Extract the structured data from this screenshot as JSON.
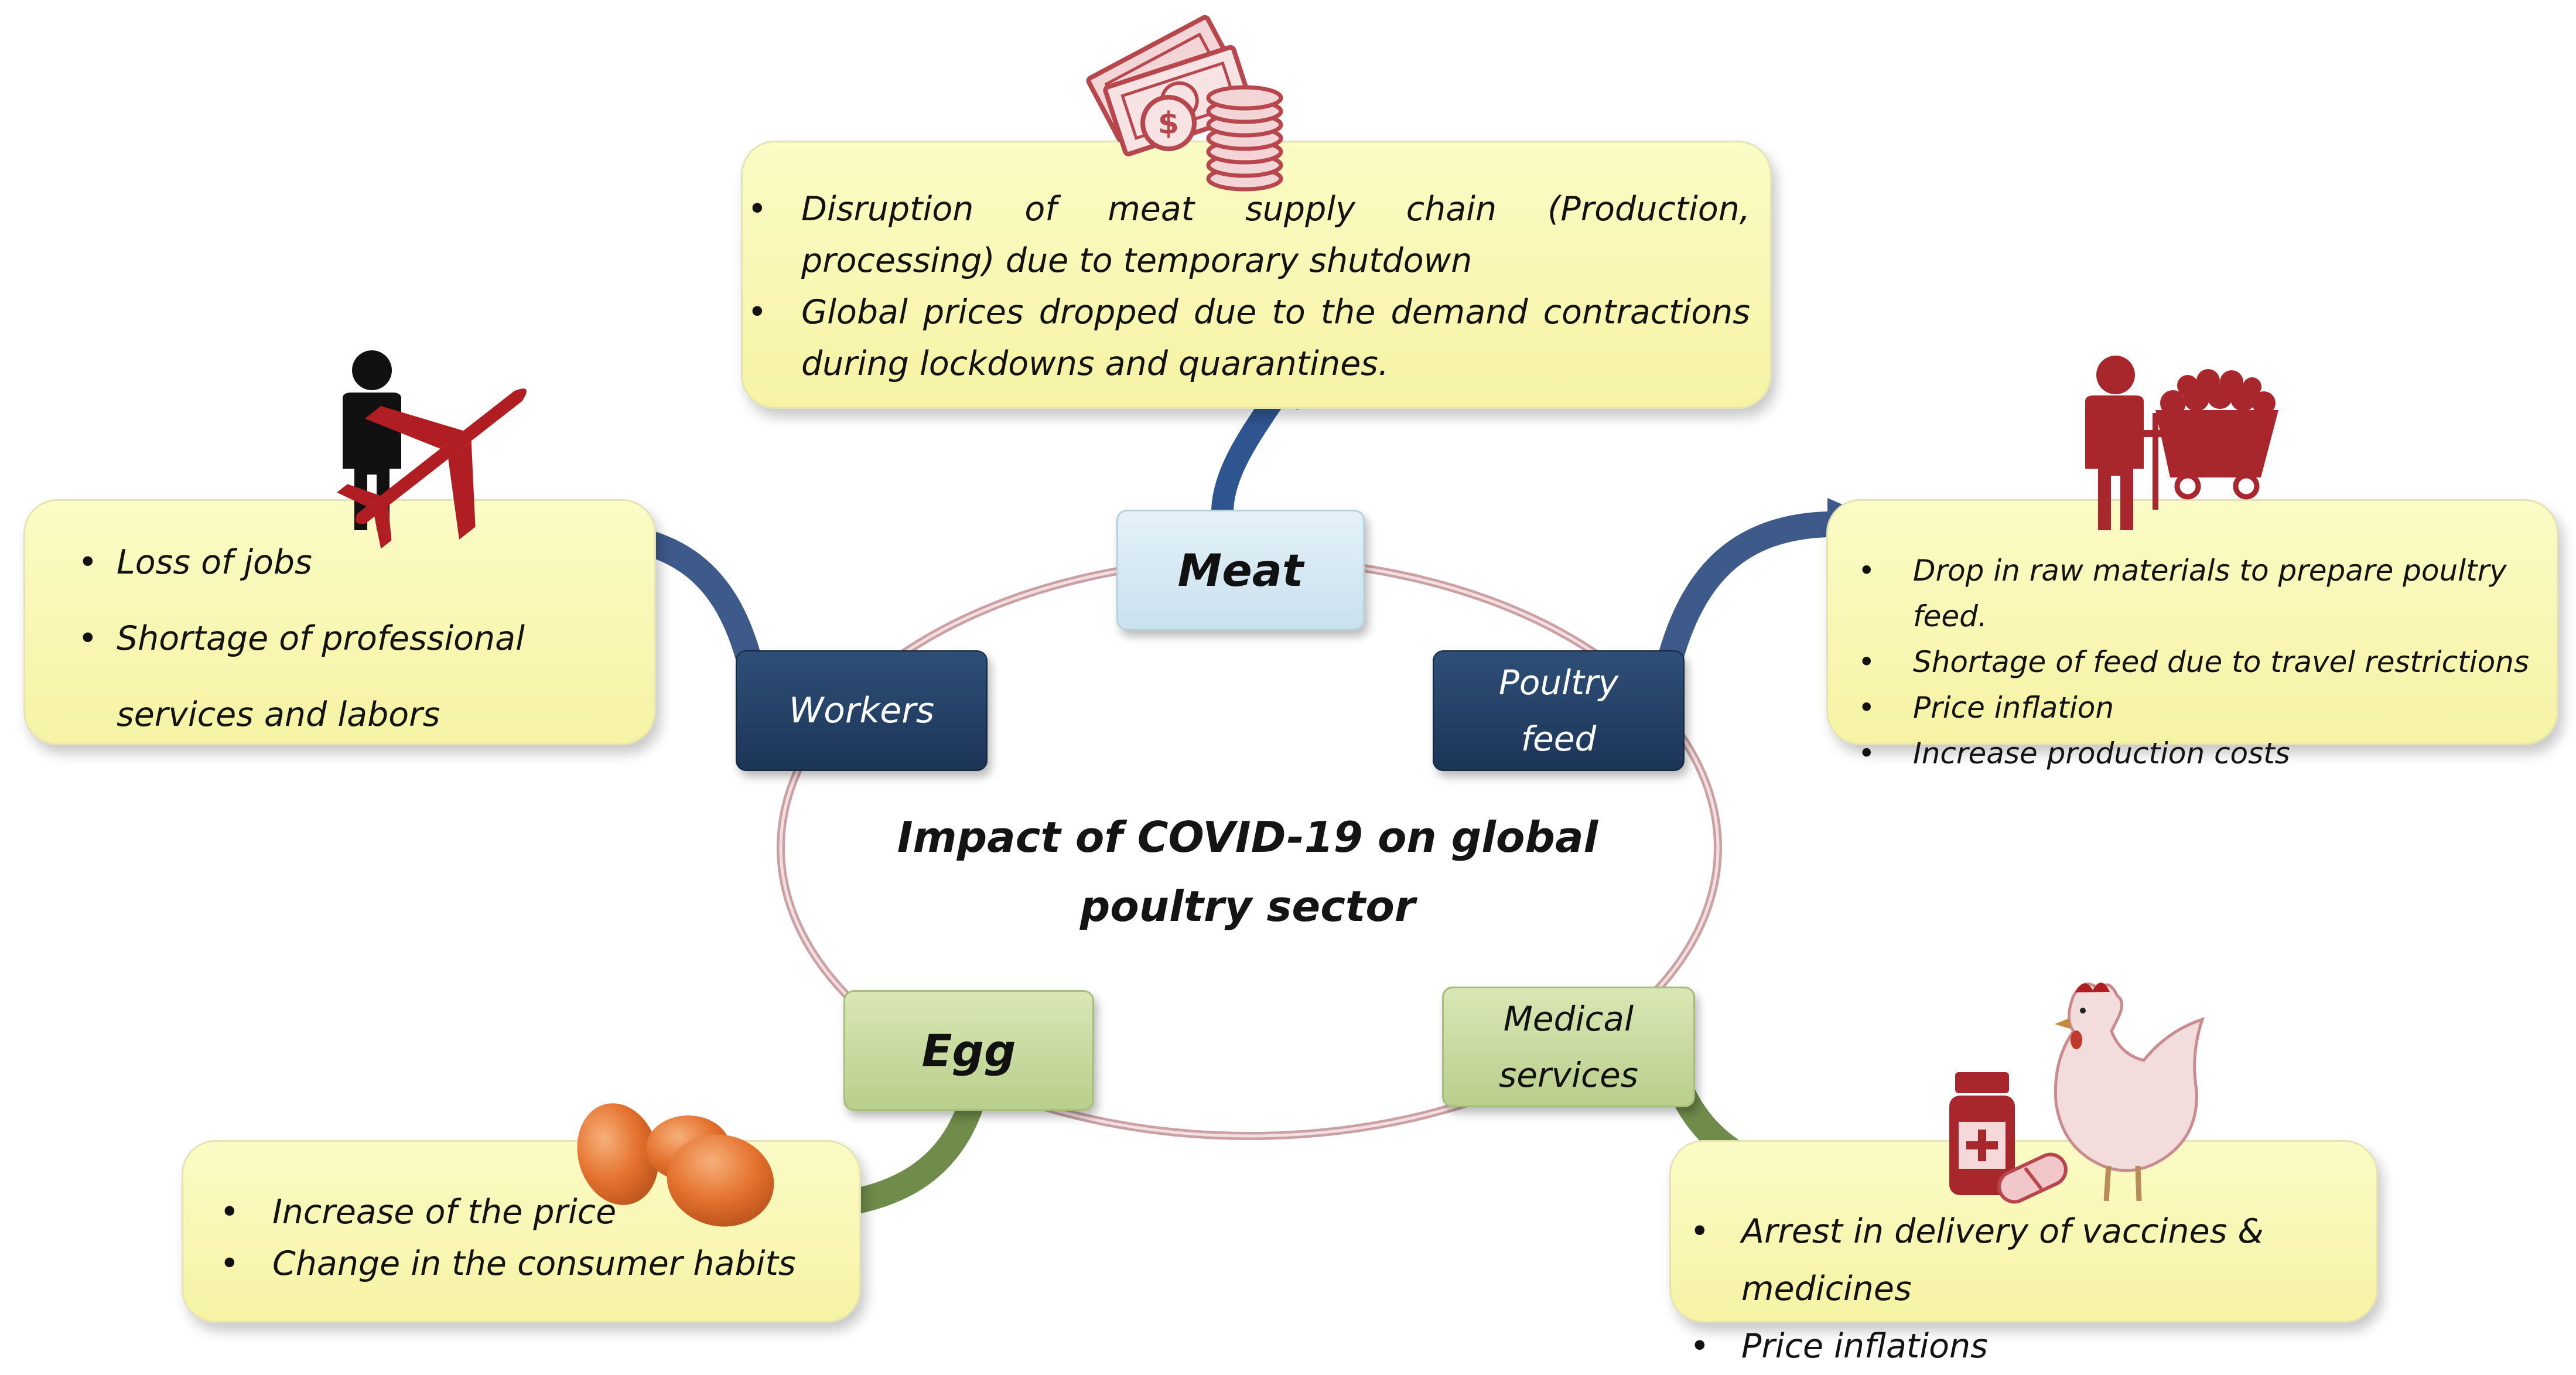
{
  "center": {
    "title_line1": "Impact of COVID-19 on global",
    "title_line2": "poultry sector"
  },
  "categories": {
    "meat": "Meat",
    "workers": "Workers",
    "poultry_feed_line1": "Poultry",
    "poultry_feed_line2": "feed",
    "egg": "Egg",
    "medical_line1": "Medical",
    "medical_line2": "services"
  },
  "impacts": {
    "meat": [
      "Disruption of meat supply chain (Production, processing) due to temporary shutdown",
      "Global prices dropped due to the demand contractions during lockdowns and quarantines."
    ],
    "workers": [
      "Loss of jobs",
      "Shortage of professional",
      "services and labors"
    ],
    "poultry_feed": [
      "Drop in raw materials to prepare poultry feed.",
      "Shortage of feed due to travel restrictions",
      "Price inflation",
      "Increase production costs"
    ],
    "egg": [
      "Increase of the price",
      "Change in the consumer habits"
    ],
    "medical": [
      "Arrest in delivery of vaccines & medicines",
      "Price inflations"
    ]
  },
  "icons": {
    "meat": "money-coins-icon",
    "workers": "worker-airplane-icon",
    "poultry_feed": "worker-feed-cart-icon",
    "egg": "eggs-icon",
    "medical": "medicine-chicken-icon"
  },
  "colors": {
    "box_yellow": "#f7f4a8",
    "category_dark_blue": "#1f3a5f",
    "category_light_blue": "#d6e9f3",
    "category_green": "#c6d8a0",
    "arrow_blue": "#2f4f87",
    "arrow_green": "#6b8a45",
    "icon_red": "#b01e24",
    "ellipse_pink": "#d89aa0"
  }
}
